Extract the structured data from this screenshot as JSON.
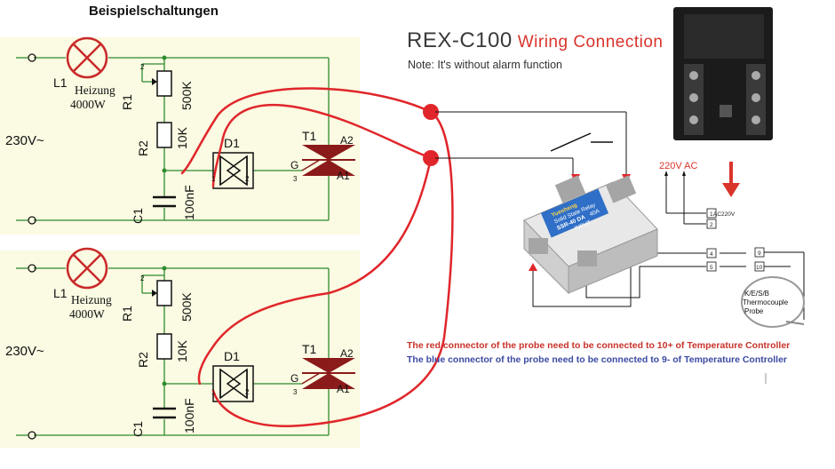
{
  "header": {
    "title": "Beispielschaltungen"
  },
  "colors": {
    "panel_bg": "#fbfae2",
    "wire": "#2e8b2e",
    "triac": "#8b1a1a",
    "red_wire": "#e0262b",
    "lamp": "#c92a2a"
  },
  "circuits": [
    {
      "lamp_label": "L1",
      "lamp_text_1": "Heizung",
      "lamp_text_2": "4000W",
      "mains_label": "230V~",
      "r1_label": "R1",
      "r1_value": "500K",
      "r2_label": "R2",
      "r2_value": "10K",
      "c1_label": "C1",
      "c1_value": "100nF",
      "diac_label": "D1",
      "triac_label": "T1",
      "gate_label": "G",
      "a2_label": "A2",
      "a1_label": "A1",
      "pin_1": "1",
      "pin_2": "2",
      "pin_3": "3"
    },
    {
      "lamp_label": "L1",
      "lamp_text_1": "Heizung",
      "lamp_text_2": "4000W",
      "mains_label": "230V~",
      "r1_label": "R1",
      "r1_value": "500K",
      "r2_label": "R2",
      "r2_value": "10K",
      "c1_label": "C1",
      "c1_value": "100nF",
      "diac_label": "D1",
      "triac_label": "T1",
      "gate_label": "G",
      "a2_label": "A2",
      "a1_label": "A1",
      "pin_1": "1",
      "pin_2": "2",
      "pin_3": "3"
    }
  ],
  "wiring": {
    "title_main": "REX-C100",
    "title_sub": "Wiring Connection",
    "note": "Note: It's without alarm function",
    "supply_label": "220V AC",
    "ac_label": "AC220V",
    "terminals": [
      "1",
      "2",
      "4",
      "5",
      "9",
      "10"
    ],
    "probe_line_1": "K/E/S/B",
    "probe_line_2": "Thermocouple",
    "probe_line_3": "Probe",
    "ssr_brand": "Yuesheng",
    "ssr_desc": "Solid State Relay",
    "ssr_model": "SSR-40 DA",
    "ssr_input": "INPUT",
    "ssr_rating": "40A",
    "note_red": "The red connector of the probe need to be connected to 10+ of Temperature Controller",
    "note_blue": "The blue connector of the probe need to be connected to 9- of Temperature Controller"
  }
}
